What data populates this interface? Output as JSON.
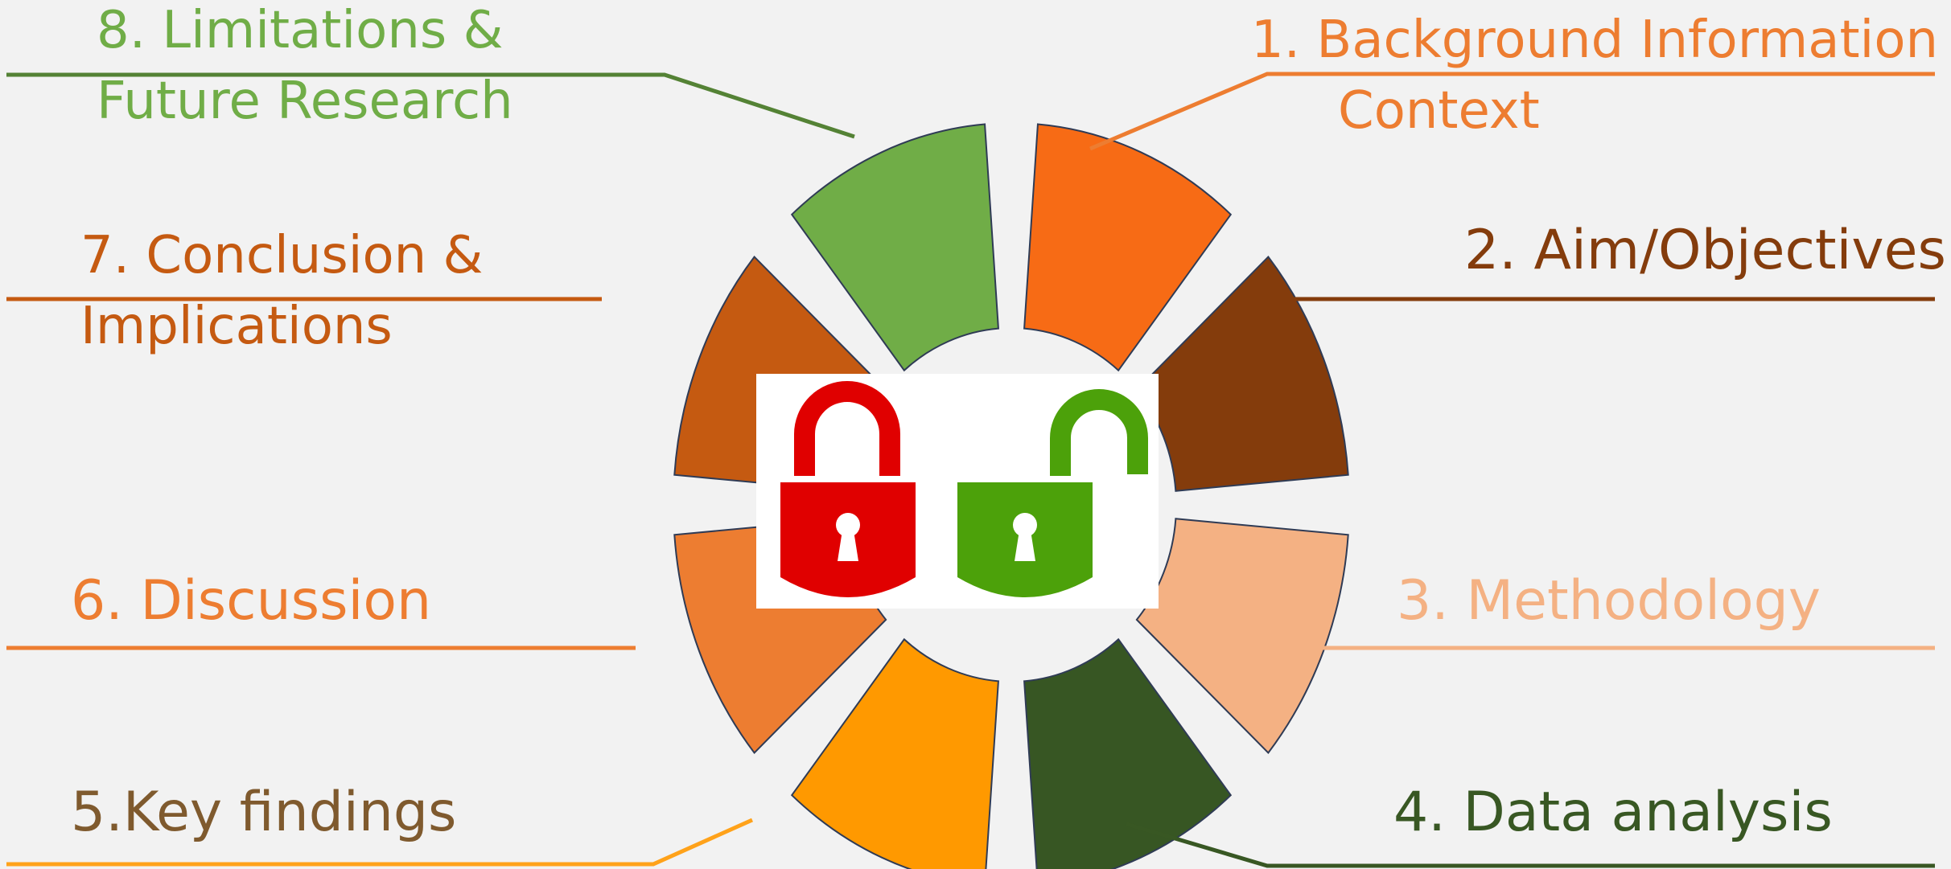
{
  "stages": [
    {
      "id": "s1",
      "text_line1": "1.   Background Information /",
      "text_line2": "Context",
      "color": "#ed7d31",
      "segment_color": "#f76b15",
      "line_color": "#ed7d31"
    },
    {
      "id": "s2",
      "text": "2. Aim/Objectives",
      "color": "#843c0c",
      "segment_color": "#843c0c",
      "line_color": "#843c0c"
    },
    {
      "id": "s3",
      "text": "3. Methodology",
      "color": "#f4b183",
      "segment_color": "#f4b183",
      "line_color": "#f4b183"
    },
    {
      "id": "s4",
      "text": "4. Data analysis",
      "color": "#385723",
      "segment_color": "#375623",
      "line_color": "#385723"
    },
    {
      "id": "s5",
      "text": "5.Key findings",
      "color": "#7f5a2e",
      "segment_color": "#ff9900",
      "line_color": "#ffa21a"
    },
    {
      "id": "s6",
      "text": "6. Discussion",
      "color": "#ed7d31",
      "segment_color": "#ed7d31",
      "line_color": "#ed7d31"
    },
    {
      "id": "s7",
      "text_line1": "7. Conclusion &",
      "text_line2": "Implications",
      "color": "#c55a11",
      "segment_color": "#c55a11",
      "line_color": "#c55a11"
    },
    {
      "id": "s8",
      "text_line1": "8. Limitations &",
      "text_line2": "Future Research",
      "color": "#70ad47",
      "segment_color": "#70ad47",
      "line_color": "#548235"
    }
  ],
  "center_icons": [
    {
      "name": "locked-padlock-icon",
      "state": "locked",
      "color": "#e00000"
    },
    {
      "name": "unlocked-padlock-icon",
      "state": "unlocked",
      "color": "#4ca10a"
    }
  ]
}
